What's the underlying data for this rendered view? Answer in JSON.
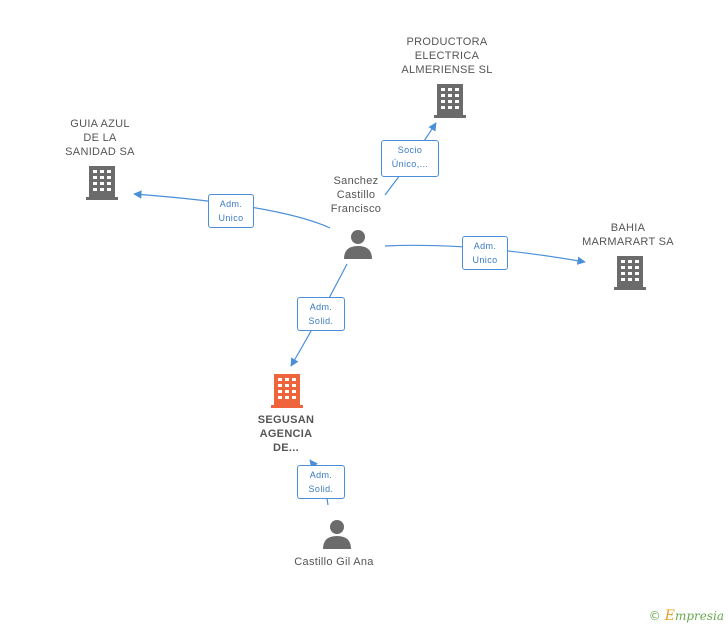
{
  "colors": {
    "line": "#4a8fd8",
    "node_gray": "#6b6b6b",
    "node_focus": "#f0643c",
    "label": "#555555"
  },
  "nodes": {
    "productora": {
      "label": "PRODUCTORA\nELECTRICA\nALMERIENSE SL",
      "icon": "building-icon"
    },
    "guia": {
      "label": "GUIA AZUL\nDE LA\nSANIDAD SA",
      "icon": "building-icon"
    },
    "bahia": {
      "label": "BAHIA\nMARMARART SA",
      "icon": "building-icon"
    },
    "sanchez": {
      "label": "Sanchez\nCastillo\nFrancisco",
      "icon": "person-icon"
    },
    "segusan": {
      "label": "SEGUSAN\nAGENCIA\nDE...",
      "icon": "building-icon"
    },
    "castillo": {
      "label": "Castillo Gil Ana",
      "icon": "person-icon"
    }
  },
  "relations": {
    "socio": {
      "line1": "Socio",
      "line2": "Único,..."
    },
    "guia": {
      "line1": "Adm.",
      "line2": "Unico"
    },
    "bahia": {
      "line1": "Adm.",
      "line2": "Unico"
    },
    "segusan": {
      "line1": "Adm.",
      "line2": "Solid."
    },
    "castillo": {
      "line1": "Adm.",
      "line2": "Solid."
    }
  },
  "brand": {
    "copyright": "©",
    "first_letter": "E",
    "rest": "mpresia"
  }
}
